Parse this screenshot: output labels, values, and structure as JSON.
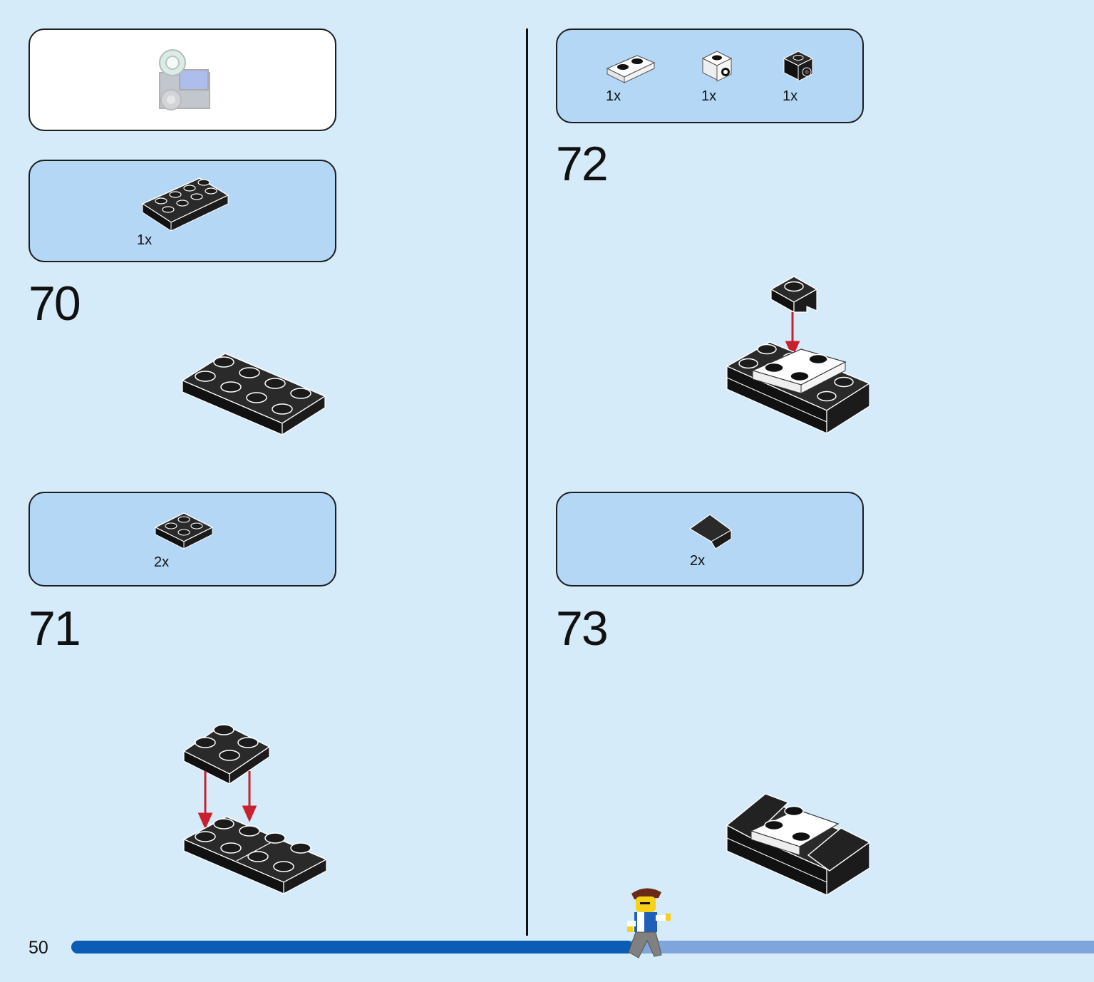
{
  "page_number": "50",
  "progress": 0.55,
  "steps": [
    {
      "number": "70",
      "parts": [
        {
          "qty": "1x"
        }
      ]
    },
    {
      "number": "71",
      "parts": [
        {
          "qty": "2x"
        }
      ]
    },
    {
      "number": "72",
      "parts": [
        {
          "qty": "1x"
        },
        {
          "qty": "1x"
        },
        {
          "qty": "1x"
        }
      ]
    },
    {
      "number": "73",
      "parts": [
        {
          "qty": "2x"
        }
      ]
    }
  ],
  "colors": {
    "background": "#d6ebf9",
    "parts_panel": "#b3d7f4",
    "brick_black": "#1b1b1b",
    "arrow_red": "#c8202c",
    "progress_done": "#0a5cb5",
    "progress_remaining": "#7fa6dc"
  }
}
